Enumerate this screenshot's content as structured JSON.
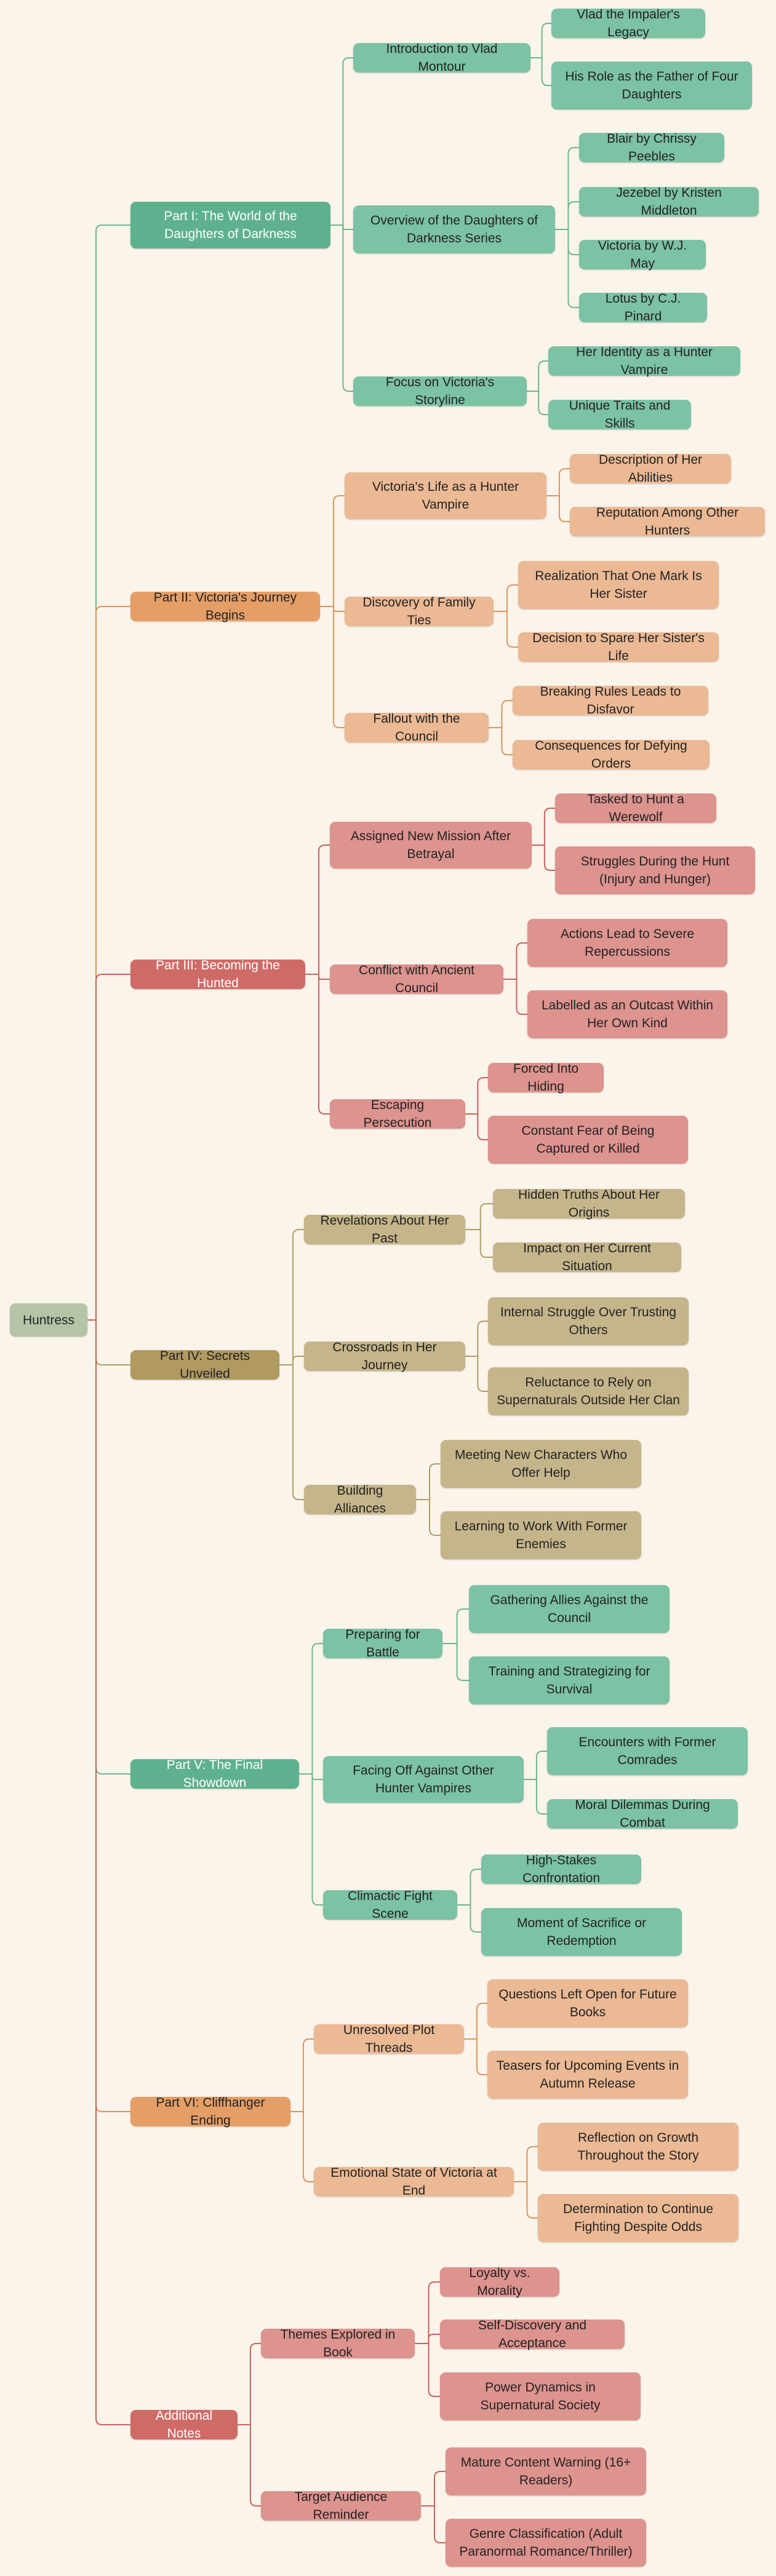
{
  "colors": {
    "background": "#faf4ea",
    "root": "#b5c4a6",
    "green_branch": "#5eb18f",
    "green_leaf": "#7cc2a5",
    "green_edge": "#6bb691",
    "orange_branch": "#e59e66",
    "orange_leaf": "#ebb994",
    "orange_edge": "#e0935a",
    "red_branch": "#cf6b66",
    "red_leaf": "#dd938e",
    "red_edge": "#c9615c",
    "olive_branch": "#b09a60",
    "olive_leaf": "#c5b58a",
    "olive_edge": "#b09d64"
  },
  "mindmap": {
    "root": "Huntress",
    "parts": [
      {
        "label": "Part I: The World of the Daughters of Darkness",
        "color": "green",
        "topics": [
          {
            "label": "Introduction to Vlad Montour",
            "items": [
              "Vlad the Impaler's Legacy",
              "His Role as the Father of Four Daughters"
            ]
          },
          {
            "label": "Overview of the Daughters of Darkness Series",
            "items": [
              "Blair by Chrissy Peebles",
              "Jezebel by Kristen Middleton",
              "Victoria by W.J. May",
              "Lotus by C.J. Pinard"
            ]
          },
          {
            "label": "Focus on Victoria's Storyline",
            "items": [
              "Her Identity as a Hunter Vampire",
              "Unique Traits and Skills"
            ]
          }
        ]
      },
      {
        "label": "Part II: Victoria's Journey Begins",
        "color": "orange",
        "topics": [
          {
            "label": "Victoria's Life as a Hunter Vampire",
            "items": [
              "Description of Her Abilities",
              "Reputation Among Other Hunters"
            ]
          },
          {
            "label": "Discovery of Family Ties",
            "items": [
              "Realization That One Mark Is Her Sister",
              "Decision to Spare Her Sister's Life"
            ]
          },
          {
            "label": "Fallout with the Council",
            "items": [
              "Breaking Rules Leads to Disfavor",
              "Consequences for Defying Orders"
            ]
          }
        ]
      },
      {
        "label": "Part III: Becoming the Hunted",
        "color": "red",
        "topics": [
          {
            "label": "Assigned New Mission After Betrayal",
            "items": [
              "Tasked to Hunt a Werewolf",
              "Struggles During the Hunt (Injury and Hunger)"
            ]
          },
          {
            "label": "Conflict with Ancient Council",
            "items": [
              "Actions Lead to Severe Repercussions",
              "Labelled as an Outcast Within Her Own Kind"
            ]
          },
          {
            "label": "Escaping Persecution",
            "items": [
              "Forced Into Hiding",
              "Constant Fear of Being Captured or Killed"
            ]
          }
        ]
      },
      {
        "label": "Part IV: Secrets Unveiled",
        "color": "olive",
        "topics": [
          {
            "label": "Revelations About Her Past",
            "items": [
              "Hidden Truths About Her Origins",
              "Impact on Her Current Situation"
            ]
          },
          {
            "label": "Crossroads in Her Journey",
            "items": [
              "Internal Struggle Over Trusting Others",
              "Reluctance to Rely on Supernaturals Outside Her Clan"
            ]
          },
          {
            "label": "Building Alliances",
            "items": [
              "Meeting New Characters Who Offer Help",
              "Learning to Work With Former Enemies"
            ]
          }
        ]
      },
      {
        "label": "Part V: The Final Showdown",
        "color": "green",
        "topics": [
          {
            "label": "Preparing for Battle",
            "items": [
              "Gathering Allies Against the Council",
              "Training and Strategizing for Survival"
            ]
          },
          {
            "label": "Facing Off Against Other Hunter Vampires",
            "items": [
              "Encounters with Former Comrades",
              "Moral Dilemmas During Combat"
            ]
          },
          {
            "label": "Climactic Fight Scene",
            "items": [
              "High-Stakes Confrontation",
              "Moment of Sacrifice or Redemption"
            ]
          }
        ]
      },
      {
        "label": "Part VI: Cliffhanger Ending",
        "color": "orange",
        "topics": [
          {
            "label": "Unresolved Plot Threads",
            "items": [
              "Questions Left Open for Future Books",
              "Teasers for Upcoming Events in Autumn Release"
            ]
          },
          {
            "label": "Emotional State of Victoria at End",
            "items": [
              "Reflection on Growth Throughout the Story",
              "Determination to Continue Fighting Despite Odds"
            ]
          }
        ]
      },
      {
        "label": "Additional Notes",
        "color": "red",
        "topics": [
          {
            "label": "Themes Explored in Book",
            "items": [
              "Loyalty vs. Morality",
              "Self-Discovery and Acceptance",
              "Power Dynamics in Supernatural Society"
            ]
          },
          {
            "label": "Target Audience Reminder",
            "items": [
              "Mature Content Warning (16+ Readers)",
              "Genre Classification (Adult Paranormal Romance/Thriller)"
            ]
          }
        ]
      }
    ]
  }
}
